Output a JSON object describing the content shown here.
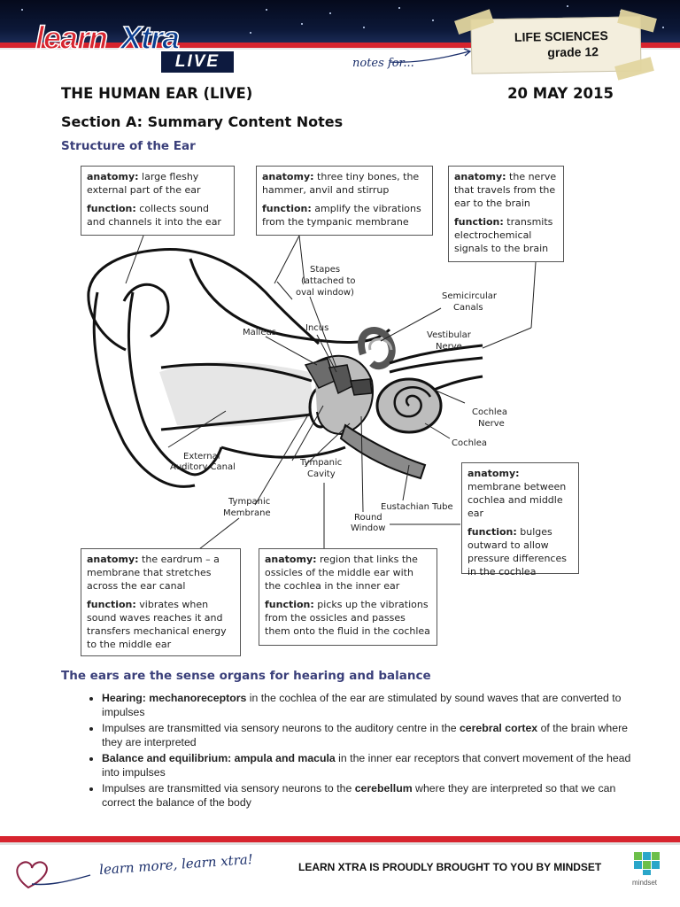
{
  "header": {
    "logo_learn": "learn",
    "logo_xtra": "Xtra",
    "logo_live": "LIVE",
    "notes_for": "notes for...",
    "tag_subject": "LIFE SCIENCES",
    "tag_grade": "grade 12",
    "brand_colors": {
      "red": "#d7242e",
      "navy": "#0a3d8f",
      "dark": "#050a1c"
    }
  },
  "title": "THE HUMAN EAR (LIVE)",
  "date": "20 MAY 2015",
  "section_heading": "Section A: Summary Content Notes",
  "structure_heading": "Structure of the Ear",
  "annotation_boxes": {
    "pinna": {
      "anatomy_label": "anatomy:",
      "anatomy": "large fleshy external part of the ear",
      "function_label": "function:",
      "function": "collects sound and channels it into the ear"
    },
    "ossicles": {
      "anatomy_label": "anatomy:",
      "anatomy": "three tiny bones, the hammer, anvil and stirrup",
      "function_label": "function:",
      "function": "amplify the vibrations from the tympanic membrane"
    },
    "nerve": {
      "anatomy_label": "anatomy:",
      "anatomy": "the nerve that travels from the ear to the brain",
      "function_label": "function:",
      "function": "transmits electrochemical signals to the brain"
    },
    "round_window": {
      "anatomy_label": "anatomy:",
      "anatomy": "membrane between cochlea and middle ear",
      "function_label": "function:",
      "function": "bulges outward to allow pressure differences in the cochlea"
    },
    "eardrum": {
      "anatomy_label": "anatomy:",
      "anatomy": "the eardrum – a membrane that stretches across the ear canal",
      "function_label": "function:",
      "function": "vibrates when sound waves reaches it and transfers mechanical energy to the middle ear"
    },
    "cavity": {
      "anatomy_label": "anatomy:",
      "anatomy": "region that links the ossicles of the middle ear with the cochlea in the inner ear",
      "function_label": "function:",
      "function": "picks up the vibrations from the ossicles and passes them onto the fluid in the cochlea"
    }
  },
  "diagram_labels": {
    "stapes_1": "Stapes",
    "stapes_2": "(attached to",
    "stapes_3": "oval window)",
    "malleus": "Malleus",
    "incus": "Incus",
    "semicircular_1": "Semicircular",
    "semicircular_2": "Canals",
    "vestibular_1": "Vestibular",
    "vestibular_2": "Nerve",
    "cochlea_nerve_1": "Cochlea",
    "cochlea_nerve_2": "Nerve",
    "cochlea": "Cochlea",
    "external_1": "External",
    "external_2": "Auditory Canal",
    "tympanic_cavity_1": "Tympanic",
    "tympanic_cavity_2": "Cavity",
    "tympanic_membrane_1": "Tympanic",
    "tympanic_membrane_2": "Membrane",
    "eustachian": "Eustachian Tube",
    "round_window_1": "Round",
    "round_window_2": "Window"
  },
  "ears_heading": "The ears are the sense organs for hearing and balance",
  "bullets": [
    {
      "lead": "Hearing:  mechanoreceptors",
      "text_a": " in the cochlea of the ear are stimulated by sound waves that are converted to impulses",
      "bold_mid": "",
      "text_b": ""
    },
    {
      "lead": "",
      "text_a": "Impulses are transmitted via sensory neurons to the auditory centre in the ",
      "bold_mid": "cerebral cortex",
      "text_b": " of the brain where they are interpreted"
    },
    {
      "lead": "Balance and equilibrium: ampula and macula",
      "text_a": " in the inner ear receptors that convert movement of the head into impulses",
      "bold_mid": "",
      "text_b": ""
    },
    {
      "lead": "",
      "text_a": "Impulses are transmitted via sensory neurons to the ",
      "bold_mid": "cerebellum",
      "text_b": " where they are interpreted so that we can correct the balance of the body"
    }
  ],
  "footer": {
    "slogan": "learn more, learn xtra!",
    "text": "LEARN XTRA IS PROUDLY BROUGHT TO YOU BY MINDSET",
    "mindset": "mindset"
  }
}
